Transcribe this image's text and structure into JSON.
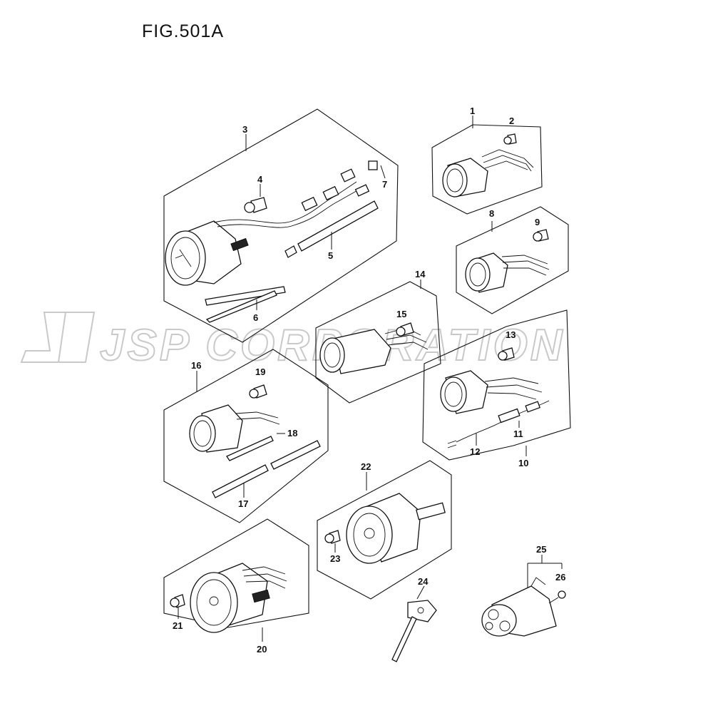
{
  "figure_title": "FIG.501A",
  "watermark": "JSP CORPORATION",
  "callouts": {
    "p1": "1",
    "p2": "2",
    "p3": "3",
    "p4": "4",
    "p5": "5",
    "p6": "6",
    "p7": "7",
    "p8": "8",
    "p9": "9",
    "p10": "10",
    "p11": "11",
    "p12": "12",
    "p13": "13",
    "p14": "14",
    "p15": "15",
    "p16": "16",
    "p17": "17",
    "p18": "18",
    "p19": "19",
    "p20": "20",
    "p21": "21",
    "p22": "22",
    "p23": "23",
    "p24": "24",
    "p25": "25",
    "p26": "26"
  }
}
